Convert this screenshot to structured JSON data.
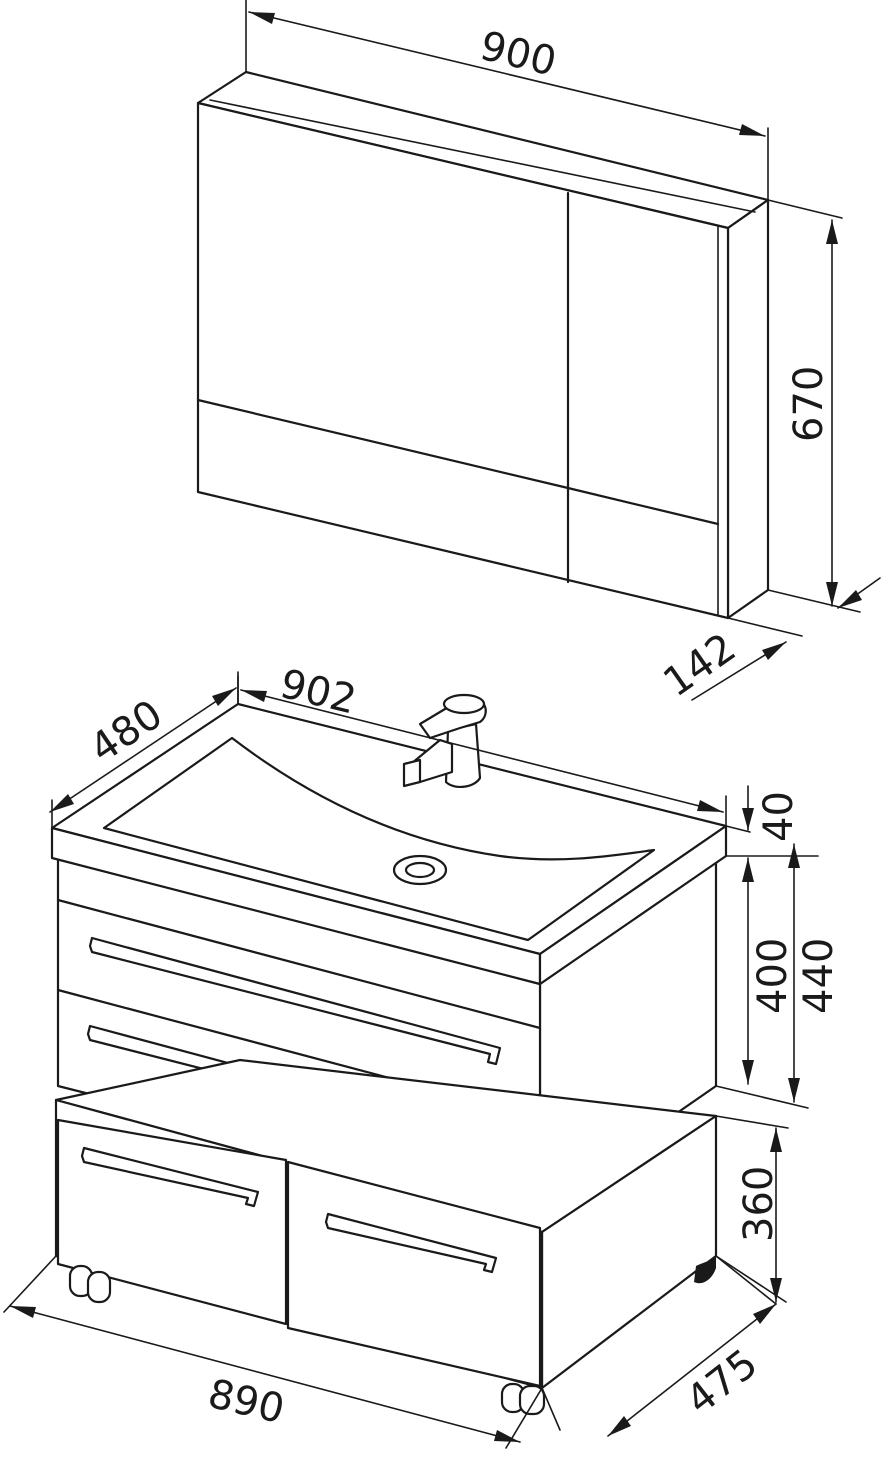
{
  "dimensions": {
    "mirror_width": "900",
    "mirror_height": "670",
    "mirror_depth": "142",
    "sink_width": "902",
    "sink_depth": "480",
    "top_thickness": "40",
    "upper_cabinet_height": "400",
    "total_upper_height": "440",
    "lower_cabinet_height": "360",
    "base_width": "890",
    "base_depth": "475"
  },
  "colors": {
    "line": "#1a1a1a",
    "background": "#ffffff"
  }
}
